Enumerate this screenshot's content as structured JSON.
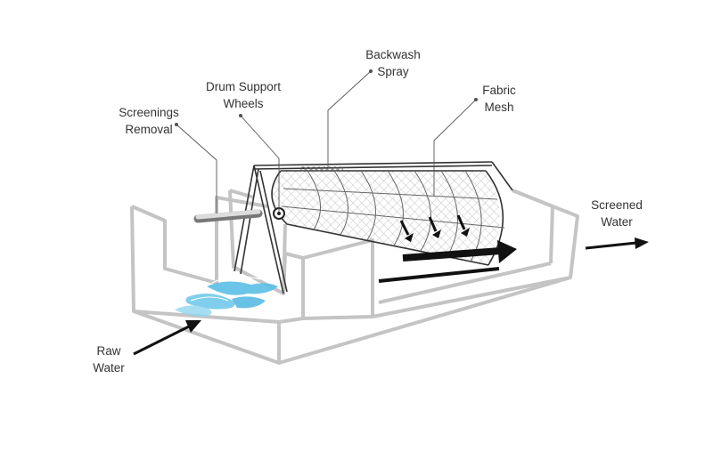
{
  "labels": {
    "backwash_spray": [
      "Backwash",
      "Spray"
    ],
    "drum_support_wheels": [
      "Drum Support",
      "Wheels"
    ],
    "fabric_mesh": [
      "Fabric",
      "Mesh"
    ],
    "screenings_removal": [
      "Screenings",
      "Removal"
    ],
    "screened_water": [
      "Screened",
      "Water"
    ],
    "raw_water": [
      "Raw",
      "Water"
    ]
  },
  "colors": {
    "tank_stroke": "#c4c4c4",
    "drum_stroke": "#333333",
    "mesh_stroke": "#9a9a9a",
    "water": "#5bbfe6",
    "arrow": "#111111",
    "label_text": "#333333"
  }
}
